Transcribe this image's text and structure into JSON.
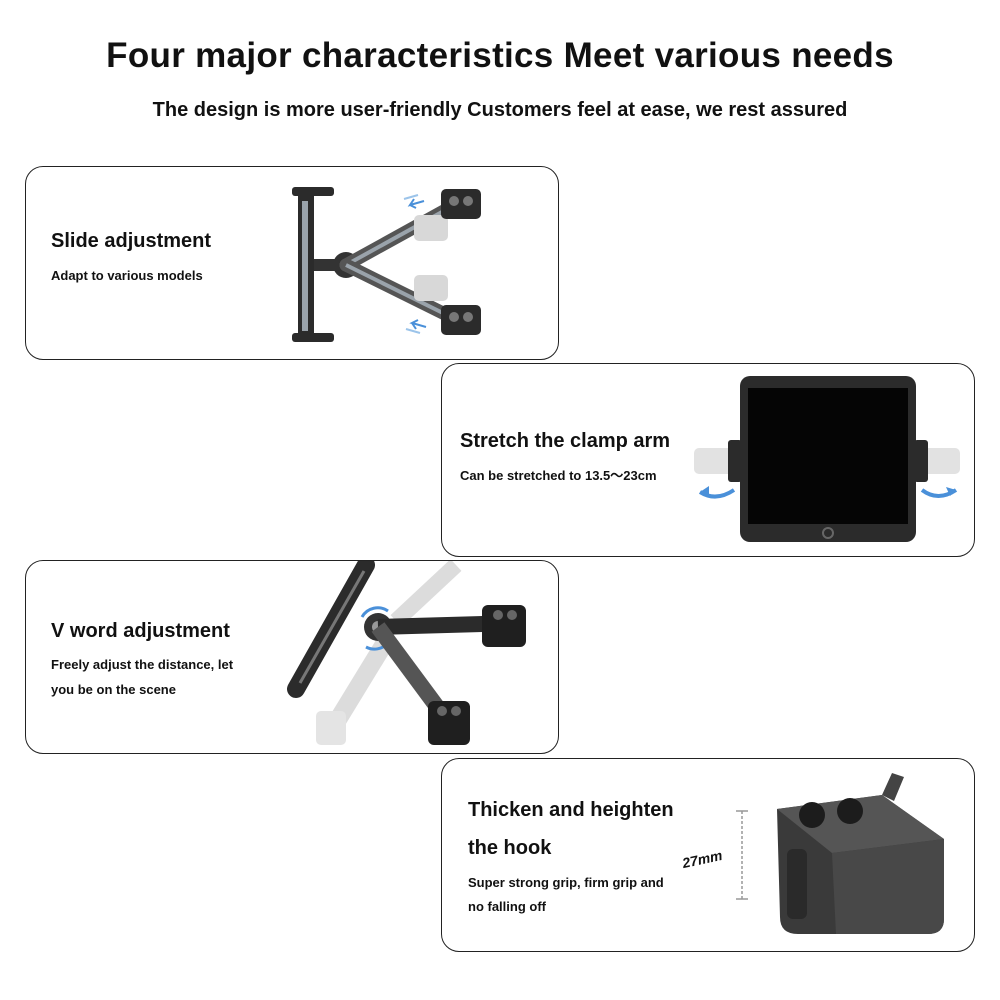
{
  "header": {
    "title": "Four major characteristics Meet various needs",
    "subtitle": "The design is more user-friendly Customers feel at ease, we rest assured"
  },
  "features": [
    {
      "title": "Slide adjustment",
      "desc": [
        "Adapt to various models"
      ]
    },
    {
      "title": "Stretch the clamp arm",
      "desc": [
        "Can be stretched to 13.5～23cm"
      ]
    },
    {
      "title": "V word adjustment",
      "desc": [
        "Freely adjust the distance, let",
        "you be on the scene"
      ]
    },
    {
      "title_lines": [
        "Thicken and heighten",
        "the hook"
      ],
      "desc": [
        "Super strong grip, firm grip and",
        "no falling off"
      ],
      "dimension": "27mm"
    }
  ],
  "colors": {
    "border": "#222222",
    "product": "#2b2b2b",
    "arrow": "#4a90d9"
  },
  "icons": [
    "slide-holder-illustration",
    "tablet-clamp-illustration",
    "v-bracket-illustration",
    "hook-illustration"
  ]
}
